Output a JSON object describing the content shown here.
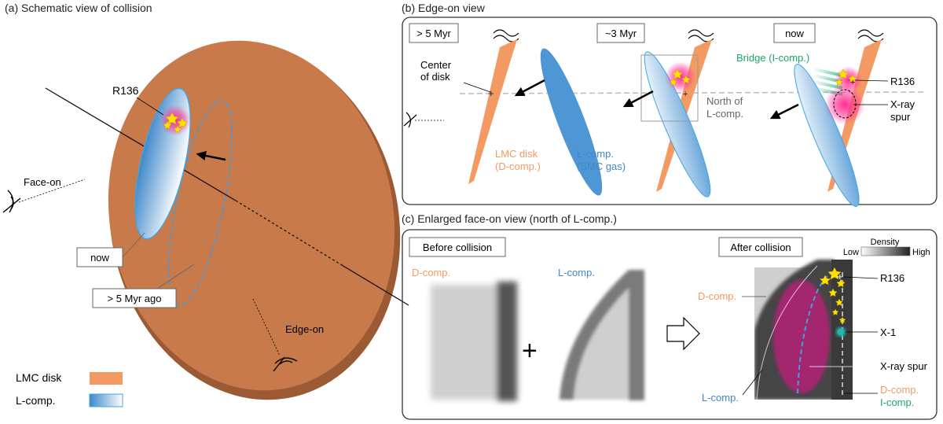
{
  "panel_a": {
    "title": "(a) Schematic view of collision",
    "r136": "R136",
    "face_on": "Face-on",
    "edge_on": "Edge-on",
    "now": "now",
    "ago": "> 5 Myr ago",
    "legend": {
      "lmc": "LMC disk",
      "lcomp": "L-comp."
    }
  },
  "panel_b": {
    "title": "(b) Edge-on view",
    "stage1": "> 5 Myr",
    "stage2": "~3 Myr",
    "stage3": "now",
    "center1": "Center",
    "center2": "of disk",
    "lmc1": "LMC disk",
    "lmc2": "(D-comp.)",
    "lc1": "L-comp.",
    "lc2": "(SMC gas)",
    "north1": "North of",
    "north2": "L-comp.",
    "bridge": "Bridge (I-comp.)",
    "r136": "R136",
    "xray1": "X-ray",
    "xray2": "spur"
  },
  "panel_c": {
    "title": "(c) Enlarged face-on view (north of L-comp.)",
    "before": "Before collision",
    "after": "After collision",
    "dcomp_left": "D-comp.",
    "lcomp_mid": "L-comp.",
    "plus": "+",
    "density": "Density",
    "low": "Low",
    "high": "High",
    "dcomp_after": "D-comp.",
    "r136": "R136",
    "x1": "X-1",
    "xray_spur": "X-ray spur",
    "lcomp_after": "L-comp.",
    "dcomp_label2": "D-comp.",
    "icomp_label": "I-comp."
  },
  "colors": {
    "lmc": "#c87a4a",
    "lmc_light": "#f39a62",
    "lcomp": "#4f97d4",
    "green": "#1ea66a",
    "magenta": "#e0147a",
    "star": "#ffe000"
  }
}
